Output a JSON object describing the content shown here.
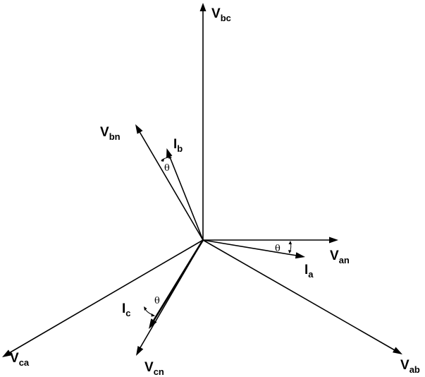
{
  "labels": {
    "v_bc": {
      "main": "V",
      "sub": "bc"
    },
    "v_bn": {
      "main": "V",
      "sub": "bn"
    },
    "i_b": {
      "main": "I",
      "sub": "b"
    },
    "v_an": {
      "main": "V",
      "sub": "an"
    },
    "i_a": {
      "main": "I",
      "sub": "a"
    },
    "v_ab": {
      "main": "V",
      "sub": "ab"
    },
    "v_ca": {
      "main": "V",
      "sub": "ca"
    },
    "v_cn": {
      "main": "V",
      "sub": "cn"
    },
    "i_c": {
      "main": "I",
      "sub": "c"
    }
  },
  "angle_symbol": "θ"
}
